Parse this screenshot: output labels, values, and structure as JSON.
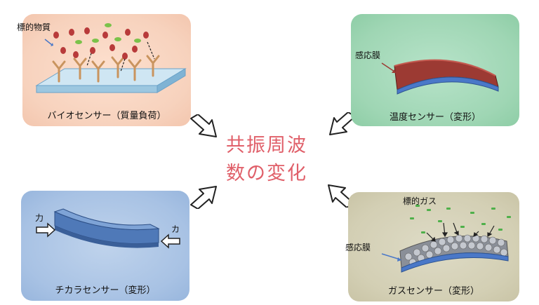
{
  "center": {
    "line1": "共振周波",
    "line2": "数の変化"
  },
  "panels": {
    "bio": {
      "caption": "バイオセンサー（質量負荷）",
      "target_label": "標的物質"
    },
    "temp": {
      "caption": "温度センサー（変形）",
      "film_label": "感応膜"
    },
    "force": {
      "caption": "チカラセンサー（変形）",
      "force_left": "力",
      "force_right": "カ"
    },
    "gas": {
      "caption": "ガスセンサー（変形）",
      "target_label": "標的ガス",
      "film_label": "感応膜"
    }
  },
  "colors": {
    "title": "#e0606a",
    "bio_bg": "#f7d2bd",
    "temp_bg": "#9fd6b4",
    "force_bg": "#a8c2e4",
    "gas_bg": "#d3cfb4",
    "film_red": "#9c3a33",
    "substrate_blue": "#4a78c8"
  }
}
